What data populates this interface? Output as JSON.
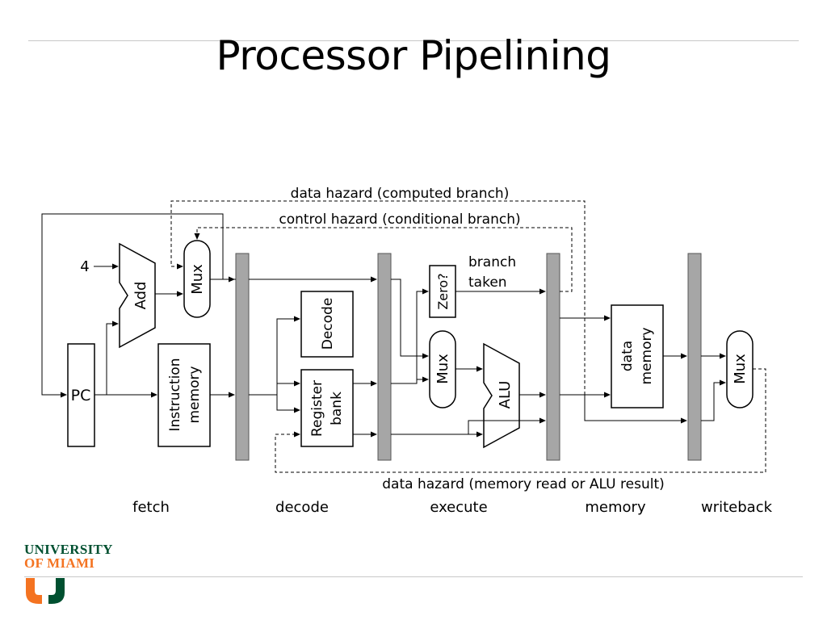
{
  "slide": {
    "title": "Processor Pipelining",
    "accent_colors": {
      "green": "#005030",
      "orange": "#f47321",
      "stage_bar": "#a6a6a6"
    }
  },
  "diagram": {
    "blocks": {
      "pc": "PC",
      "add": "Add",
      "mux_fetch": "Mux",
      "instruction_memory": [
        "Instruction",
        "memory"
      ],
      "decode": "Decode",
      "register_bank": [
        "Register",
        "bank"
      ],
      "zero": "Zero?",
      "mux_execute": "Mux",
      "alu": "ALU",
      "data_memory": [
        "data",
        "memory"
      ],
      "mux_writeback": "Mux"
    },
    "labels": {
      "const_four": "4",
      "branch_taken": [
        "branch",
        "taken"
      ],
      "data_hazard_branch": "data hazard (computed branch)",
      "control_hazard": "control hazard (conditional branch)",
      "data_hazard_memory": "data hazard (memory read or ALU result)"
    },
    "stages": [
      "fetch",
      "decode",
      "execute",
      "memory",
      "writeback"
    ]
  },
  "footer": {
    "logo_line1": "UNIVERSITY",
    "logo_line2": "OF MIAMI",
    "logo_mark": "U"
  }
}
